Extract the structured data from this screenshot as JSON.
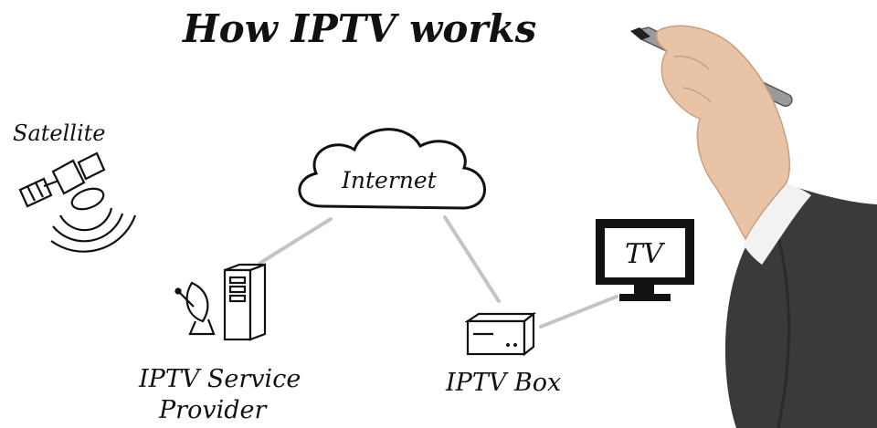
{
  "title": "How IPTV works",
  "nodes": {
    "satellite": {
      "label": "Satellite",
      "icon": "satellite-icon"
    },
    "internet": {
      "label": "Internet",
      "icon": "cloud-icon"
    },
    "provider": {
      "label_line1": "IPTV Service",
      "label_line2": "Provider",
      "icon": "server-with-dish-icon"
    },
    "box": {
      "label": "IPTV Box",
      "icon": "set-top-box-icon"
    },
    "tv": {
      "label": "TV",
      "icon": "television-icon"
    }
  },
  "connections": [
    {
      "from": "Internet",
      "to": "IPTV Service Provider"
    },
    {
      "from": "Internet",
      "to": "IPTV Box"
    },
    {
      "from": "IPTV Box",
      "to": "TV"
    }
  ],
  "colors": {
    "ink": "#111111",
    "connector": "#c4c4c4",
    "skin": "#e9c3a6",
    "sleeve": "#3a3a3a",
    "marker": "#9a9a9a"
  }
}
